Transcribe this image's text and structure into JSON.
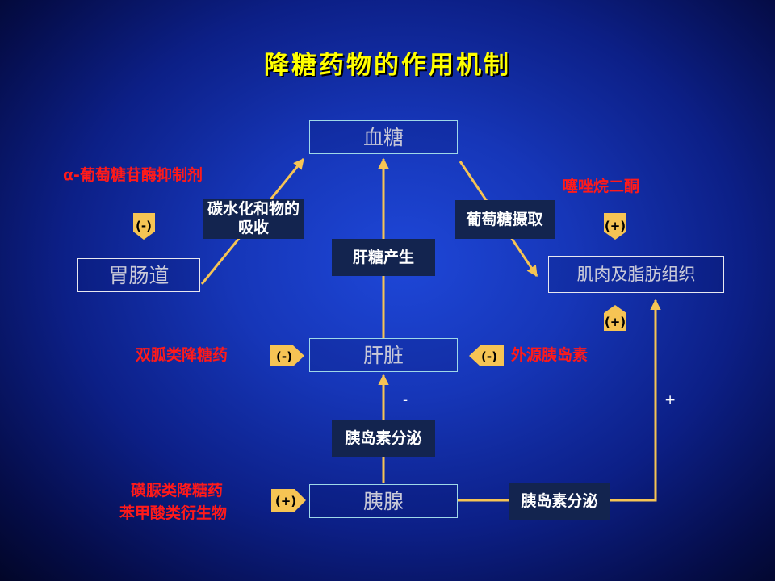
{
  "title": "降糖药物的作用机制",
  "nodes": {
    "blood_sugar": "血糖",
    "gut": "胃肠道",
    "muscle_fat": "肌肉及脂肪组织",
    "liver": "肝脏",
    "pancreas": "胰腺"
  },
  "process_labels": {
    "carb_absorption": "碳水化和物的吸收",
    "glycogen": "肝糖产生",
    "glucose_uptake": "葡萄糖摄取",
    "insulin_secretion_1": "胰岛素分泌",
    "insulin_secretion_2": "胰岛素分泌"
  },
  "drugs": {
    "alpha_glucosidase": "α-葡萄糖苷酶抑制剂",
    "tzd": "噻唑烷二酮",
    "biguanide": "双胍类降糖药",
    "exogenous_insulin": "外源胰岛素",
    "sulfonylurea": "磺脲类降糖药",
    "benzoic": "苯甲酸类衍生物"
  },
  "badges": {
    "gut": "(-)",
    "tzd": "(+)",
    "muscle": "(+)",
    "biguanide": "(-)",
    "insulin": "(-)",
    "pancreas": "(+)"
  },
  "signs": {
    "liver_effect": "-",
    "muscle_effect": "+"
  },
  "colors": {
    "title": "#ffff00",
    "drug_text": "#ff1a1a",
    "arrow": "#f6c454",
    "badge": "#f6c454",
    "label_box": "#13244f"
  }
}
